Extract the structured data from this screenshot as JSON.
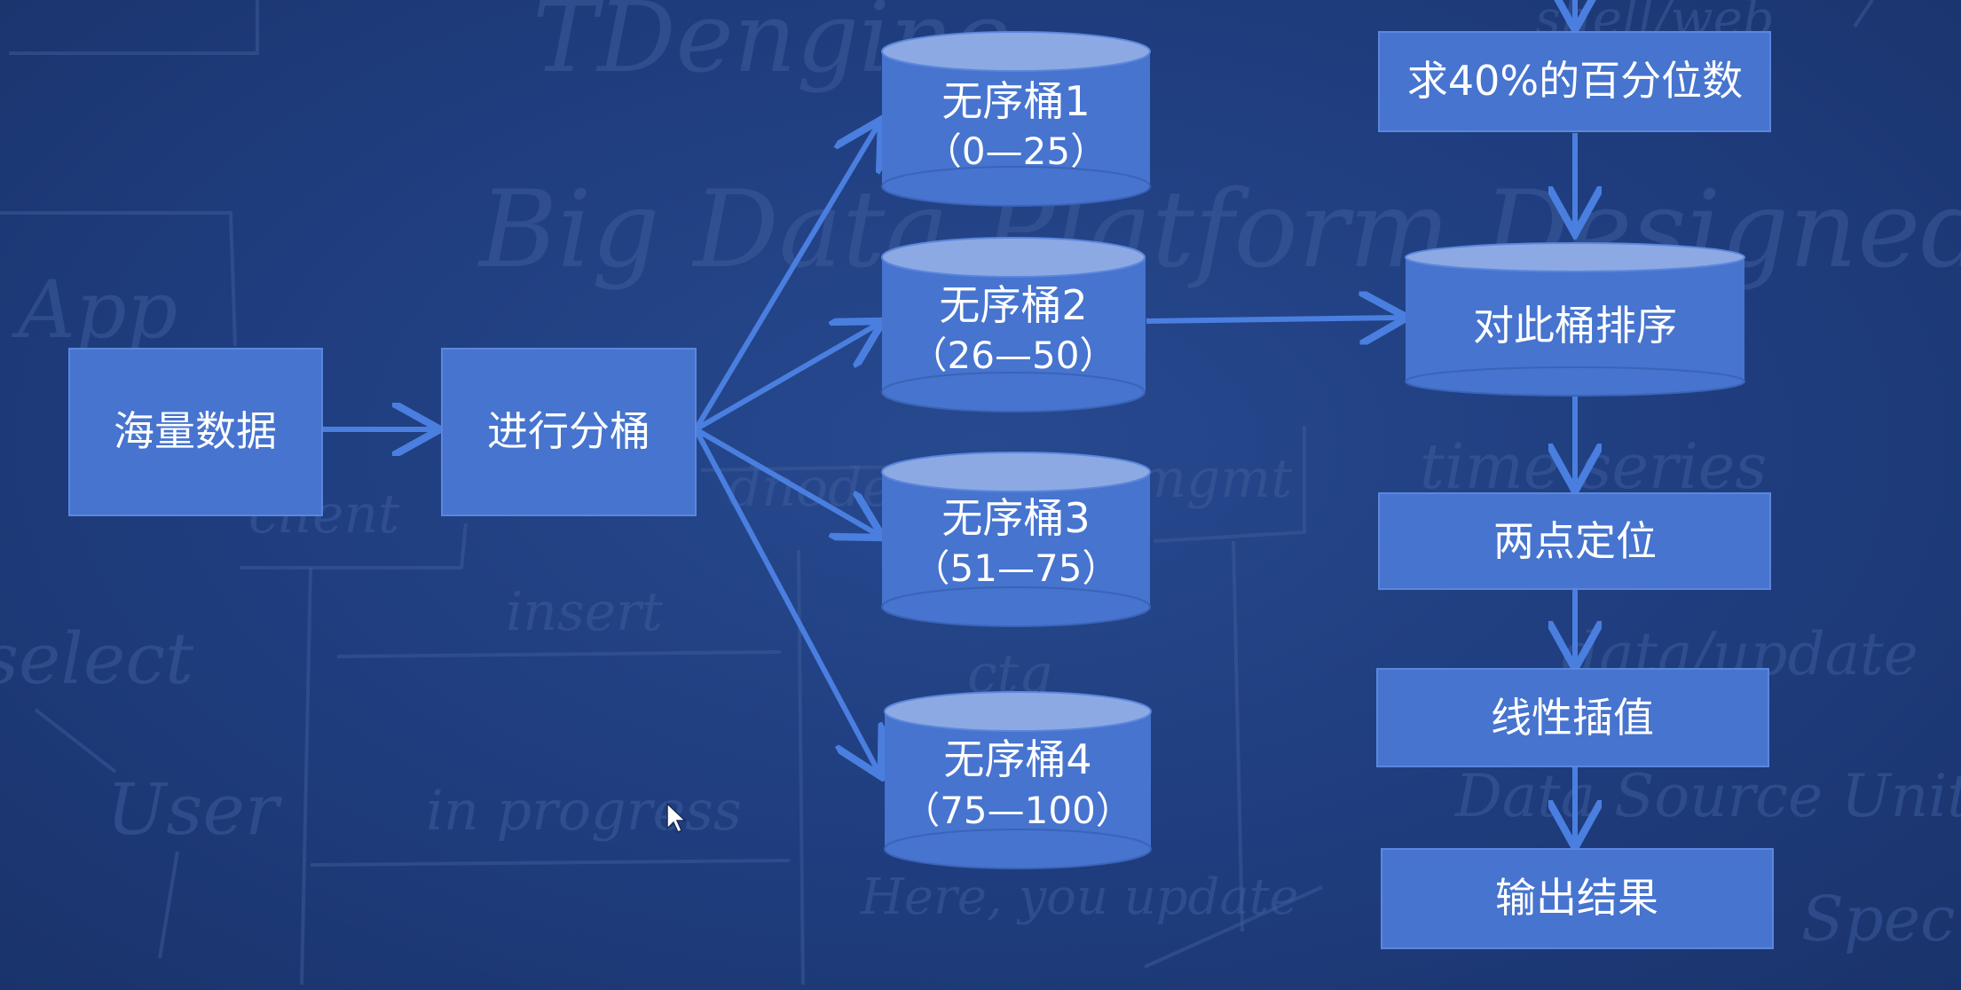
{
  "nodes": {
    "mass_data": "海量数据",
    "bucketing": "进行分桶",
    "bucket1_title": "无序桶1",
    "bucket1_range": "（0—25）",
    "bucket2_title": "无序桶2",
    "bucket2_range": "（26—50）",
    "bucket3_title": "无序桶3",
    "bucket3_range": "（51—75）",
    "bucket4_title": "无序桶4",
    "bucket4_range": "（75—100）",
    "percentile": "求40%的百分位数",
    "sort_bucket": "对此桶排序",
    "locate": "两点定位",
    "interpolate": "线性插值",
    "output": "输出结果"
  },
  "background_scribbles": {
    "brand": "TDengine",
    "tagline": "Big Data Platform Designed for IoT",
    "app": "App",
    "client": "client",
    "dnode": "dnode",
    "mgmt": "mgmt",
    "insert": "insert",
    "user": "User",
    "in_progress": "in progress",
    "here_update": "Here, you update",
    "ctq": "ctq",
    "time_series": "time series",
    "data_update": "data/update",
    "data_source": "Data Source Unit",
    "shell_web": "shell/web",
    "select": "select",
    "spec": "Spec"
  },
  "colors": {
    "background": "#1f3a78",
    "node_fill": "#4674cf",
    "cylinder_top": "#8ca9e3",
    "arrow": "#4a7fe0",
    "text": "#ffffff"
  }
}
